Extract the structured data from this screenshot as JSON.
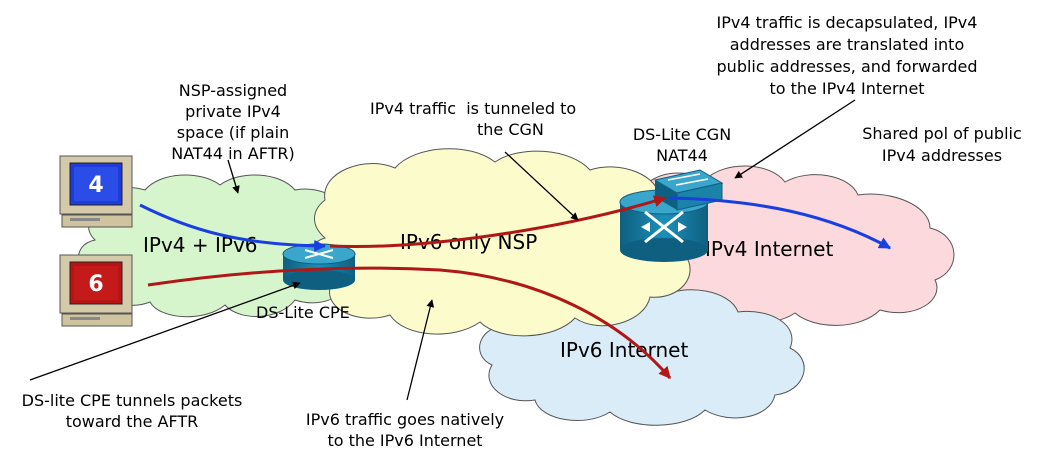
{
  "clouds": {
    "ipv4_ipv6": "IPv4 + IPv6",
    "ipv6_only_nsp": "IPv6 only NSP",
    "ipv4_internet": "IPv4 Internet",
    "ipv6_internet": "IPv6 Internet"
  },
  "computers": {
    "ipv4_screen": "4",
    "ipv6_screen": "6"
  },
  "devices": {
    "cpe_label": "DS-Lite CPE",
    "cgn_label_1": "DS-Lite CGN",
    "cgn_label_2": "NAT44"
  },
  "annotations": {
    "nsp_assigned": [
      "NSP-assigned",
      "private IPv4",
      "space (if plain",
      "NAT44 in AFTR)"
    ],
    "tunneled": [
      "IPv4 traffic  is tunneled to",
      "the CGN"
    ],
    "decapsulated": [
      "IPv4 traffic is decapsulated, IPv4",
      "addresses are translated into",
      "public addresses, and forwarded",
      "to the IPv4 Internet"
    ],
    "shared_pool": [
      "Shared pol of public",
      "IPv4 addresses"
    ],
    "cpe_tunnels": [
      "DS-lite CPE tunnels packets",
      "toward the AFTR"
    ],
    "ipv6_native": [
      "IPv6 traffic goes natively",
      "to the IPv6 Internet"
    ]
  },
  "colors": {
    "ipv4_flow": "#1a3fe0",
    "ipv6_flow": "#b01818",
    "cloud_ipv4_ipv6": "#d6f5cc",
    "cloud_nsp": "#fbfbcc",
    "cloud_ipv4_internet": "#fbd9dc",
    "cloud_ipv6_internet": "#d9ecf8",
    "router": "#1b82a8"
  }
}
